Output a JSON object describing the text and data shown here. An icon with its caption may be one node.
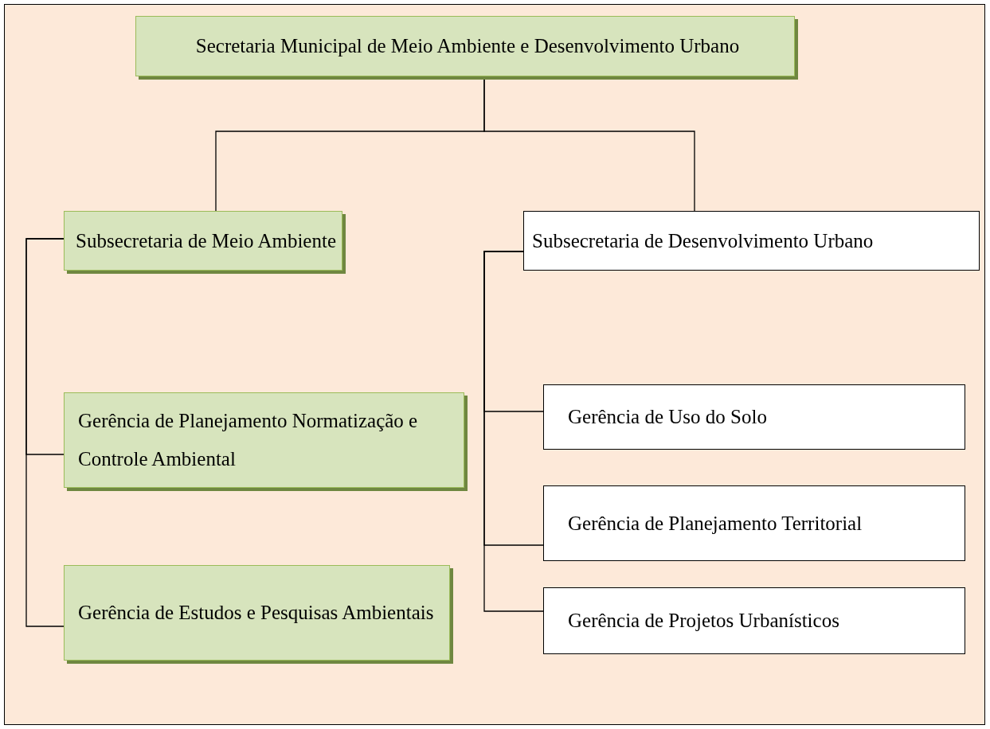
{
  "diagram": {
    "nodes": [
      {
        "text": [
          "Secretaria Municipal de Meio Ambiente e Desenvolvimento Urbano"
        ]
      },
      {
        "text": [
          "Subsecretaria de Meio Ambiente"
        ]
      },
      {
        "text": [
          "Subsecretaria de Desenvolvimento Urbano"
        ]
      },
      {
        "text": [
          "Gerência de Planejamento Normatização e Controle Ambiental"
        ]
      },
      {
        "text": [
          "Gerência de Estudos e Pesquisas Ambientais"
        ]
      },
      {
        "text": [
          "Gerência de Uso do Solo"
        ]
      },
      {
        "text": [
          "Gerência de Planejamento Territorial"
        ]
      },
      {
        "text": [
          "Gerência de Projetos Urbanísticos"
        ]
      }
    ],
    "edges": [
      {
        "from": 0,
        "to": 1,
        "arrow": "none"
      },
      {
        "from": 0,
        "to": 2,
        "arrow": "none"
      },
      {
        "from": 1,
        "to": 3,
        "arrow": "none"
      },
      {
        "from": 1,
        "to": 4,
        "arrow": "none"
      },
      {
        "from": 2,
        "to": 5,
        "arrow": "none"
      },
      {
        "from": 2,
        "to": 6,
        "arrow": "none"
      },
      {
        "from": 2,
        "to": 7,
        "arrow": "none"
      }
    ]
  }
}
